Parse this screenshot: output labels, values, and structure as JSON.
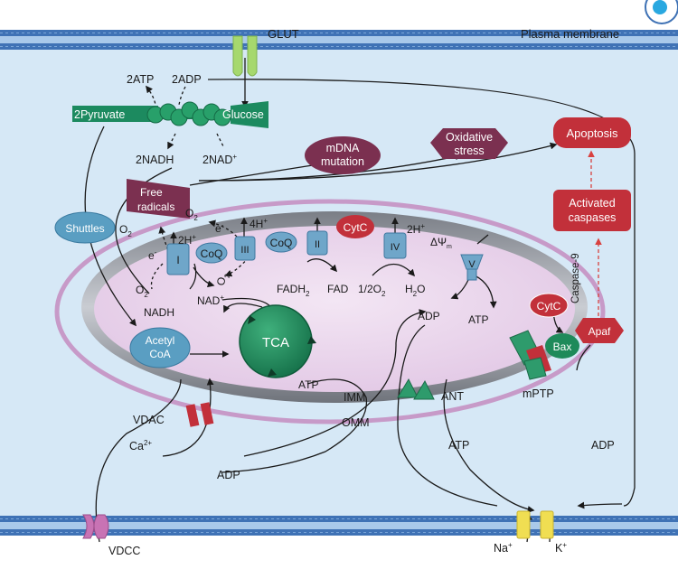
{
  "labels": {
    "glut": "GLUT",
    "plasma_membrane": "Plasma membrane",
    "atp_2": "2ATP",
    "adp_2": "2ADP",
    "pyruvate_2": "2Pyruvate",
    "glucose": "Glucose",
    "nadh_2": "2NADH",
    "nad_2": "2NAD",
    "nad_sup": "+",
    "mdna_1": "mDNA",
    "mdna_2": "mutation",
    "oxidative_1": "Oxidative",
    "oxidative_2": "stress",
    "apoptosis": "Apoptosis",
    "free_radicals_1": "Free",
    "free_radicals_2": "radicals",
    "shuttles": "Shuttles",
    "o2": "O",
    "o2_sub": "2",
    "activated_1": "Activated",
    "activated_2": "caspases",
    "caspase9": "Caspase-9",
    "h4": "4H",
    "h2": "2H",
    "plus": "+",
    "e_minus": "e",
    "cytc": "CytC",
    "complex_1": "I",
    "complex_2": "II",
    "complex_3": "III",
    "complex_4": "IV",
    "complex_5": "V",
    "coq": "CoQ",
    "delta_psi": "ΔΨ",
    "delta_psi_sub": "m",
    "fadh2": "FADH",
    "fadh2_sub": "2",
    "fad": "FAD",
    "half_o2": "1/2O",
    "h2o": "H",
    "h2o_o": "O",
    "nadh": "NADH",
    "nad": "NAD",
    "adp": "ADP",
    "atp": "ATP",
    "acetyl_1": "Acetyl",
    "acetyl_2": "CoA",
    "tca": "TCA",
    "bax": "Bax",
    "apaf": "Apaf",
    "mptp": "mPTP",
    "ant": "ANT",
    "imm": "IMM",
    "omm": "OMM",
    "vdac": "VDAC",
    "ca": "Ca",
    "ca_sup": "2+",
    "vdcc": "VDCC",
    "na": "Na",
    "k": "K"
  },
  "colors": {
    "cytosol": "#d6e8f6",
    "membrane_blue": "#4f7fbd",
    "pyruvate_green": "#1c8a5f",
    "tca_green": "#1e8a5a",
    "maroon": "#7b3050",
    "red": "#c2303a",
    "teal": "#5a9ec2",
    "matrix_pink": "#ecd9ee",
    "omm_pink": "#c79ac8"
  }
}
